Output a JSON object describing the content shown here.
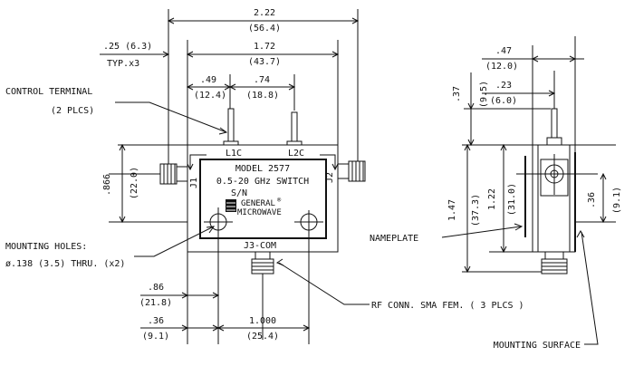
{
  "dimensions": {
    "overall_width": {
      "in": "2.22",
      "mm": "(56.4)"
    },
    "typ_offset": {
      "in": ".25 (6.3)",
      "note": "TYP.x3"
    },
    "body_width": {
      "in": "1.72",
      "mm": "(43.7)"
    },
    "terminal_pos_1": {
      "in": ".49",
      "mm": "(12.4)"
    },
    "terminal_pos_2": {
      "in": ".74",
      "mm": "(18.8)"
    },
    "side_height": {
      "in": ".866",
      "mm": "(22.0)"
    },
    "hole_offset_x": {
      "in": ".86",
      "mm": "(21.8)"
    },
    "hole_to_edge": {
      "in": ".36",
      "mm": "(9.1)"
    },
    "port_spacing": {
      "in": "1.000",
      "mm": "(25.4)"
    },
    "depth": {
      "in": ".47",
      "mm": "(12.0)"
    },
    "depth_inner": {
      "in": ".23",
      "mm": "(6.0)"
    },
    "terminal_height": {
      "in": ".37",
      "mm": "(9.5)"
    },
    "total_height": {
      "in": "1.47",
      "mm": "(37.3)"
    },
    "body_height": {
      "in": "1.22",
      "mm": "(31.0)"
    },
    "conn_height": {
      "in": ".36",
      "mm": "(9.1)"
    }
  },
  "labels": {
    "control_terminal_1": "CONTROL TERMINAL",
    "control_terminal_2": "(2 PLCS)",
    "mounting_holes_1": "MOUNTING HOLES:",
    "mounting_holes_2": "ø.138 (3.5) THRU. (x2)",
    "nameplate": "NAMEPLATE",
    "rf_conn": "RF CONN. SMA FEM. ( 3 PLCS )",
    "mounting_surface": "MOUNTING SURFACE",
    "l1c": "L1C",
    "l2c": "L2C",
    "j1": "J1",
    "j2": "J2",
    "j3": "J3-COM"
  },
  "nameplate": {
    "model": "MODEL 2577",
    "freq": "0.5-20 GHz SWITCH",
    "sn": "S/N",
    "brand_1": "GENERAL",
    "brand_2": "MICROWAVE",
    "registered": "®"
  }
}
